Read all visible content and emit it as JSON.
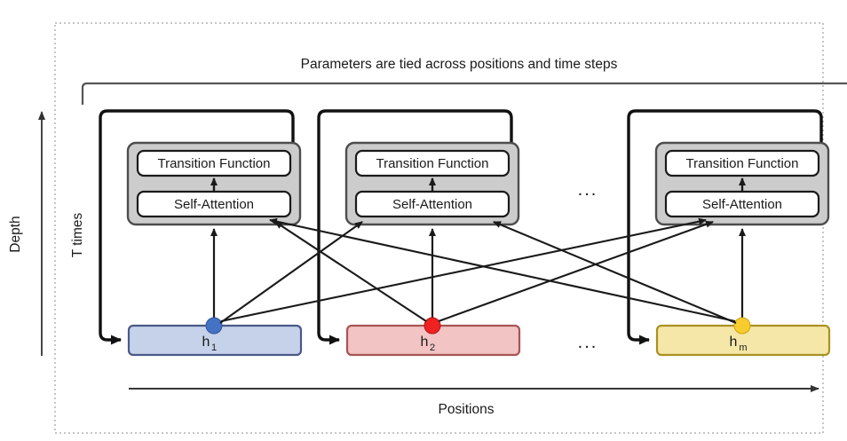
{
  "figure": {
    "title": "Parameters are tied across positions and time steps",
    "axes": {
      "vertical_label": "Depth",
      "horizontal_label": "Positions"
    },
    "recurrence_label": "T times",
    "ellipsis": "...",
    "colors": {
      "block_fill": "#cccccc",
      "block_stroke": "#4d4d4d",
      "inner_fill": "#ffffff",
      "inner_stroke": "#1a1a1a",
      "arrow": "#1a1a1a",
      "dashed_border": "#808080",
      "h1_fill": "#c6d2ea",
      "h1_stroke": "#4a5a86",
      "h1_dot": "#4472c4",
      "h2_fill": "#f2c4c4",
      "h2_stroke": "#a85454",
      "h2_dot": "#ee2222",
      "hm_fill": "#f5e7a8",
      "hm_stroke": "#a99221",
      "hm_dot": "#f7cc2e"
    }
  },
  "columns": [
    {
      "id": "position-1",
      "transition_label": "Transition Function",
      "attention_label": "Self-Attention",
      "state_label": "h",
      "state_sub": "1"
    },
    {
      "id": "position-2",
      "transition_label": "Transition Function",
      "attention_label": "Self-Attention",
      "state_label": "h",
      "state_sub": "2"
    },
    {
      "id": "position-m",
      "transition_label": "Transition Function",
      "attention_label": "Self-Attention",
      "state_label": "h",
      "state_sub": "m"
    }
  ]
}
